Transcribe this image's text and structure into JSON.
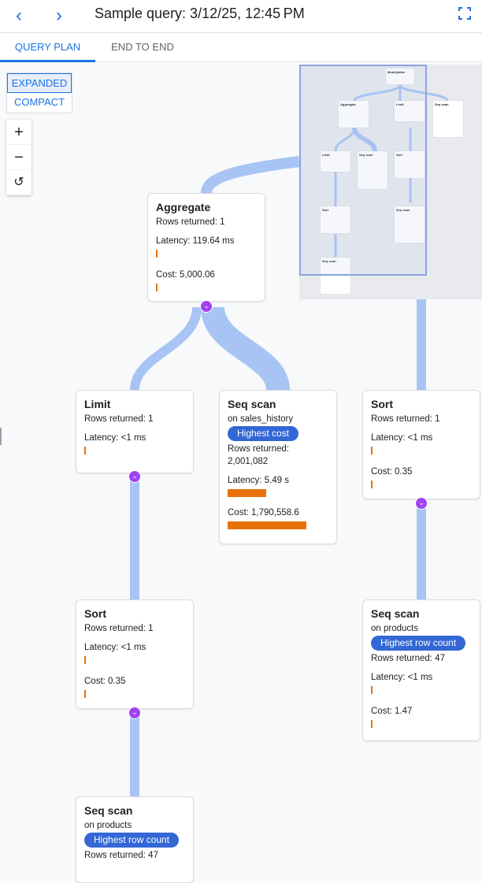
{
  "header": {
    "title": "Sample query: 3/12/25, 12:45 PM",
    "back_icon": "chevron-left",
    "forward_icon": "chevron-right",
    "fullscreen_icon": "fullscreen"
  },
  "tabs": [
    {
      "label": "QUERY PLAN",
      "active": true
    },
    {
      "label": "END TO END",
      "active": false
    }
  ],
  "view_toggle": {
    "expanded": "EXPANDED",
    "compact": "COMPACT",
    "selected": "EXPANDED"
  },
  "zoom_controls": {
    "zoom_in": "+",
    "zoom_out": "−",
    "reset": "↺"
  },
  "colors": {
    "accent": "#1a73e8",
    "edge": "#a8c4f4",
    "bar": "#e8710a",
    "badge": "#3367d6",
    "expand": "#a142f4"
  },
  "nodes": {
    "aggregate": {
      "title": "Aggregate",
      "rows": "Rows returned: 1",
      "latency": "Latency: 119.64 ms",
      "cost": "Cost: 5,000.06"
    },
    "limit": {
      "title": "Limit",
      "rows": "Rows returned: 1",
      "latency": "Latency: <1 ms"
    },
    "seq_sales": {
      "title": "Seq scan",
      "on": "on ",
      "table": "sales_history",
      "badge": "Highest cost",
      "rows": "Rows returned:",
      "rows_value": "2,001,082",
      "latency": "Latency: 5.49 s",
      "cost": "Cost: 1,790,558.6"
    },
    "sort_right": {
      "title": "Sort",
      "rows": "Rows returned: 1",
      "latency": "Latency: <1 ms",
      "cost": "Cost: 0.35"
    },
    "sort_left": {
      "title": "Sort",
      "rows": "Rows returned: 1",
      "latency": "Latency: <1 ms",
      "cost": "Cost: 0.35"
    },
    "seq_products_right": {
      "title": "Seq scan",
      "on": "on ",
      "table": "products",
      "badge": "Highest row count",
      "rows": "Rows returned: 47",
      "latency": "Latency: <1 ms",
      "cost": "Cost: 1.47"
    },
    "seq_products_bottom": {
      "title": "Seq scan",
      "on": "on ",
      "table": "products",
      "badge": "Highest row count",
      "rows": "Rows returned: 47"
    }
  },
  "minimap": {
    "nodes": [
      "Modifytable",
      "Aggregate",
      "Limit",
      "Seq scan",
      "Limit",
      "Seq scan",
      "Sort",
      "Sort",
      "Seq scan",
      "Seq scan"
    ]
  }
}
